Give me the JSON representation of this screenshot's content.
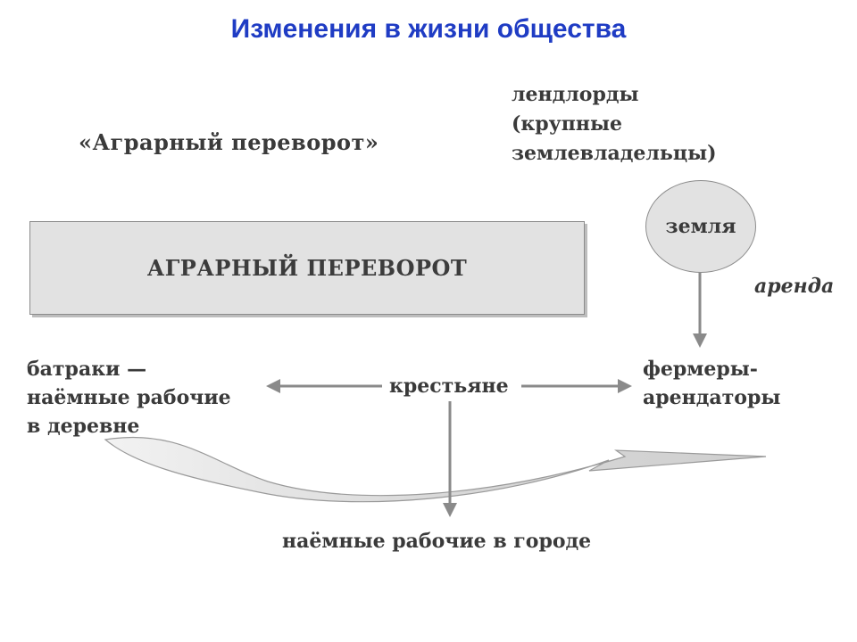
{
  "slide": {
    "title": "Изменения в жизни общества"
  },
  "diagram": {
    "subtitle": "«Аграрный переворот»",
    "box_label": "АГРАРНЫЙ ПЕРЕВОРОТ",
    "landlords": "лендлорды\n(крупные\nземлевладельцы)",
    "land": "земля",
    "rent": "аренда",
    "village_laborers": "батраки —\nнаёмные рабочие\nв деревне",
    "peasants": "крестьяне",
    "tenant_farmers": "фермеры-\nарендаторы",
    "city_workers": "наёмные рабочие в городе"
  },
  "colors": {
    "title": "#1f3cc4",
    "text": "#3a3a3a",
    "fill": "#e2e2e2",
    "stroke": "#8c8c8c"
  }
}
